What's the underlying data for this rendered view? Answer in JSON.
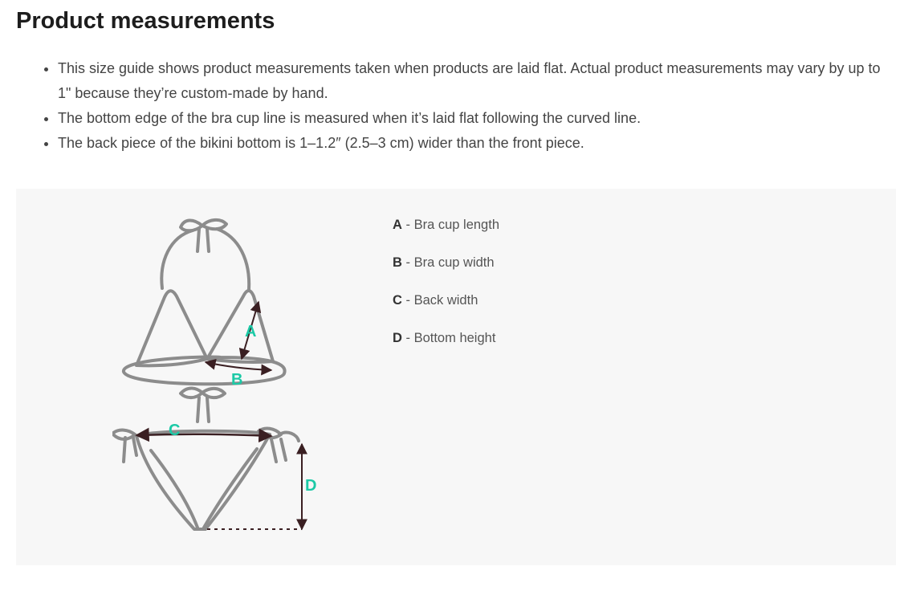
{
  "header": {
    "title": "Product measurements"
  },
  "notes": [
    "This size guide shows product measurements taken when products are laid flat. Actual product measurements may vary by up to 1\" because they’re custom-made by hand.",
    "The bottom edge of the bra cup line is measured when it’s laid flat following the curved line.",
    "The back piece of the bikini bottom is 1–1.2″ (2.5–3 cm) wider than the front piece."
  ],
  "diagram": {
    "labels": {
      "a": "A",
      "b": "B",
      "c": "C",
      "d": "D"
    },
    "accent_color": "#1cc9a6",
    "outline_color": "#8c8c8c",
    "arrow_color": "#3a1f22"
  },
  "legend": [
    {
      "letter": "A",
      "text": " - Bra cup length"
    },
    {
      "letter": "B",
      "text": " - Bra cup width"
    },
    {
      "letter": "C",
      "text": " - Back width"
    },
    {
      "letter": "D",
      "text": " - Bottom height"
    }
  ]
}
